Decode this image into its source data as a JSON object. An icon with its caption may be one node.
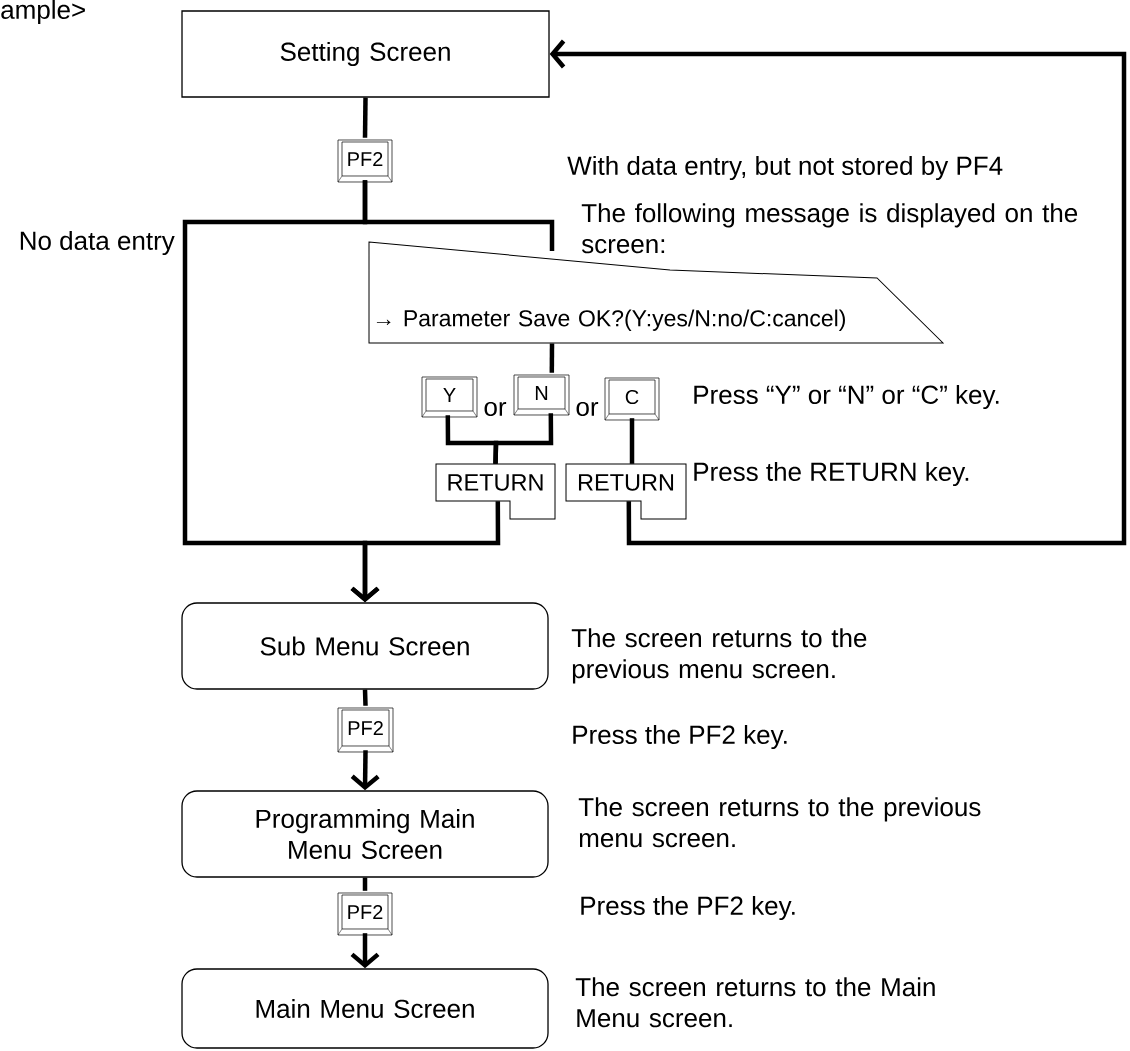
{
  "diagram": {
    "nodes": [
      {
        "text": [
          "Setting Screen"
        ]
      },
      {
        "text": [
          "PF2"
        ]
      },
      {
        "text": [
          "→ Parameter Save OK?(Y:yes/N:no/C:cancel)"
        ],
        "beside": [
          "The following message is displayed on the screen:"
        ]
      },
      {
        "text": [
          "Y"
        ]
      },
      {
        "text": [
          "N"
        ]
      },
      {
        "text": [
          "C"
        ]
      },
      {
        "text": [
          "RETURN"
        ]
      },
      {
        "text": [
          "RETURN"
        ]
      },
      {
        "text": [
          "Sub Menu Screen"
        ],
        "beside": [
          "The screen returns to the previous menu screen."
        ]
      },
      {
        "text": [
          "PF2"
        ]
      },
      {
        "text": [
          "Programming Main Menu Screen"
        ],
        "beside": [
          "The screen returns to the previous menu screen."
        ]
      },
      {
        "text": [
          "PF2"
        ]
      },
      {
        "text": [
          "Main Menu Screen"
        ],
        "beside": [
          "The screen returns to the Main Menu screen."
        ]
      }
    ],
    "edges": [
      {
        "from": 0,
        "to": 1,
        "arrow": "none"
      },
      {
        "from": 1,
        "to": 2,
        "arrow": "none",
        "label": "With data entry, but not stored by PF4"
      },
      {
        "from": 1,
        "to": 8,
        "arrow": "to",
        "label": "No data entry"
      },
      {
        "from": 2,
        "to": 4,
        "arrow": "none"
      },
      {
        "from": 3,
        "to": 6,
        "arrow": "none"
      },
      {
        "from": 4,
        "to": 6,
        "arrow": "none"
      },
      {
        "from": 5,
        "to": 7,
        "arrow": "none"
      },
      {
        "from": 6,
        "to": 8,
        "arrow": "to"
      },
      {
        "from": 7,
        "to": 0,
        "arrow": "to"
      },
      {
        "from": 8,
        "to": 9,
        "arrow": "none"
      },
      {
        "from": 9,
        "to": 10,
        "arrow": "to"
      },
      {
        "from": 10,
        "to": 11,
        "arrow": "none"
      },
      {
        "from": 11,
        "to": 12,
        "arrow": "to"
      }
    ],
    "labels": [
      "ample>",
      "or",
      "or",
      "Press “Y” or “N” or “C” key.",
      "Press the RETURN key.",
      "Press the PF2 key.",
      "Press the PF2 key."
    ]
  }
}
